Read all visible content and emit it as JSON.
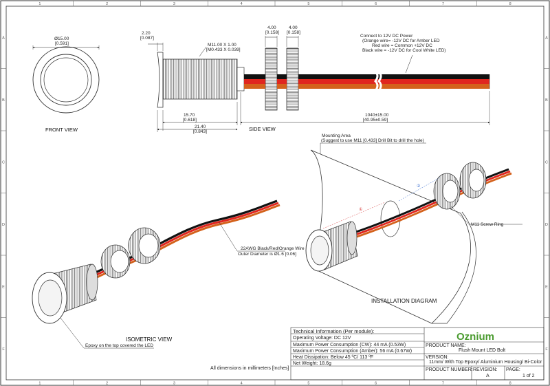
{
  "ruler": {
    "columns": [
      "1",
      "2",
      "3",
      "4",
      "5",
      "6",
      "7",
      "8"
    ],
    "rows": [
      "A",
      "B",
      "C",
      "D",
      "E",
      "F"
    ]
  },
  "views": {
    "front": "FRONT VIEW",
    "side": "SIDE VIEW",
    "isometric": "ISOMETRIC VIEW",
    "installation": "INSTALLATION DIAGRAM"
  },
  "front_dim": {
    "mm": "Ø15.00",
    "in": "[0.591]"
  },
  "side_dims": {
    "flange_mm": "2.20",
    "flange_in": "[0.087]",
    "thread_mm": "M11.00 X 1.00",
    "thread_in": "[M0.433 X 0.039]",
    "body_mm": "15.70",
    "body_in": "[0.618]",
    "total_mm": "21.40",
    "total_in": "[0.843]",
    "nut1_mm": "4.00",
    "nut1_in": "[0.158]",
    "nut2_mm": "4.00",
    "nut2_in": "[0.158]",
    "wire_mm": "1040±15.00",
    "wire_in": "[40.95±0.59]"
  },
  "wiring_note": [
    "Connect to 12V DC Power",
    "(Orange wire= -12V DC for Amber LED",
    "Red wire = Common +12V DC",
    "Black wire = -12V DC for Cool White LED)"
  ],
  "mounting_note": [
    "Mounting Area",
    "(Suggest to use M11 [0.433] Drill Bit to drill the hole)"
  ],
  "install_labels": {
    "marker1": "①",
    "marker2": "②",
    "screw_ring": "M11 Screw Ring"
  },
  "wire_note": [
    "22AWG Black/Red/Orange Wire",
    "Outer Diameter is Ø1.6 [0.06]"
  ],
  "epoxy_note": "Epoxy on the top covered the LED",
  "dimensions_note": "All dimensions in millimeters [Inches]",
  "tech": {
    "header": "Technical Information (Per module):",
    "rows": [
      "Operating Voltage: DC 12V",
      "Maximum Power Consumption (CW): 44  mA (0.53W)",
      "Maximum Power Consumption (Amber): 56  mA (0.67W)",
      "Heat Dissipation: Below 45 ºC/ 113 ºF",
      "Net Weight: 18.6g"
    ]
  },
  "brand": "Oznium",
  "title_block": {
    "product_name_label": "PRODUCT NAME:",
    "product_name": "Flush Mount LED Bolt",
    "version_label": "VERSION:",
    "version": "11mm/ With Top Epoxy/ Aluminium Housing/ Bi-Color",
    "product_number_label": "PRODUCT NUMBER:",
    "revision_label": "REVISION:",
    "revision": "A",
    "page_label": "PAGE:",
    "page": "1 of 2"
  },
  "colors": {
    "wire_black": "#111111",
    "wire_red": "#e0261f",
    "wire_orange": "#d4621c",
    "brand_green": "#4a9b2f"
  }
}
